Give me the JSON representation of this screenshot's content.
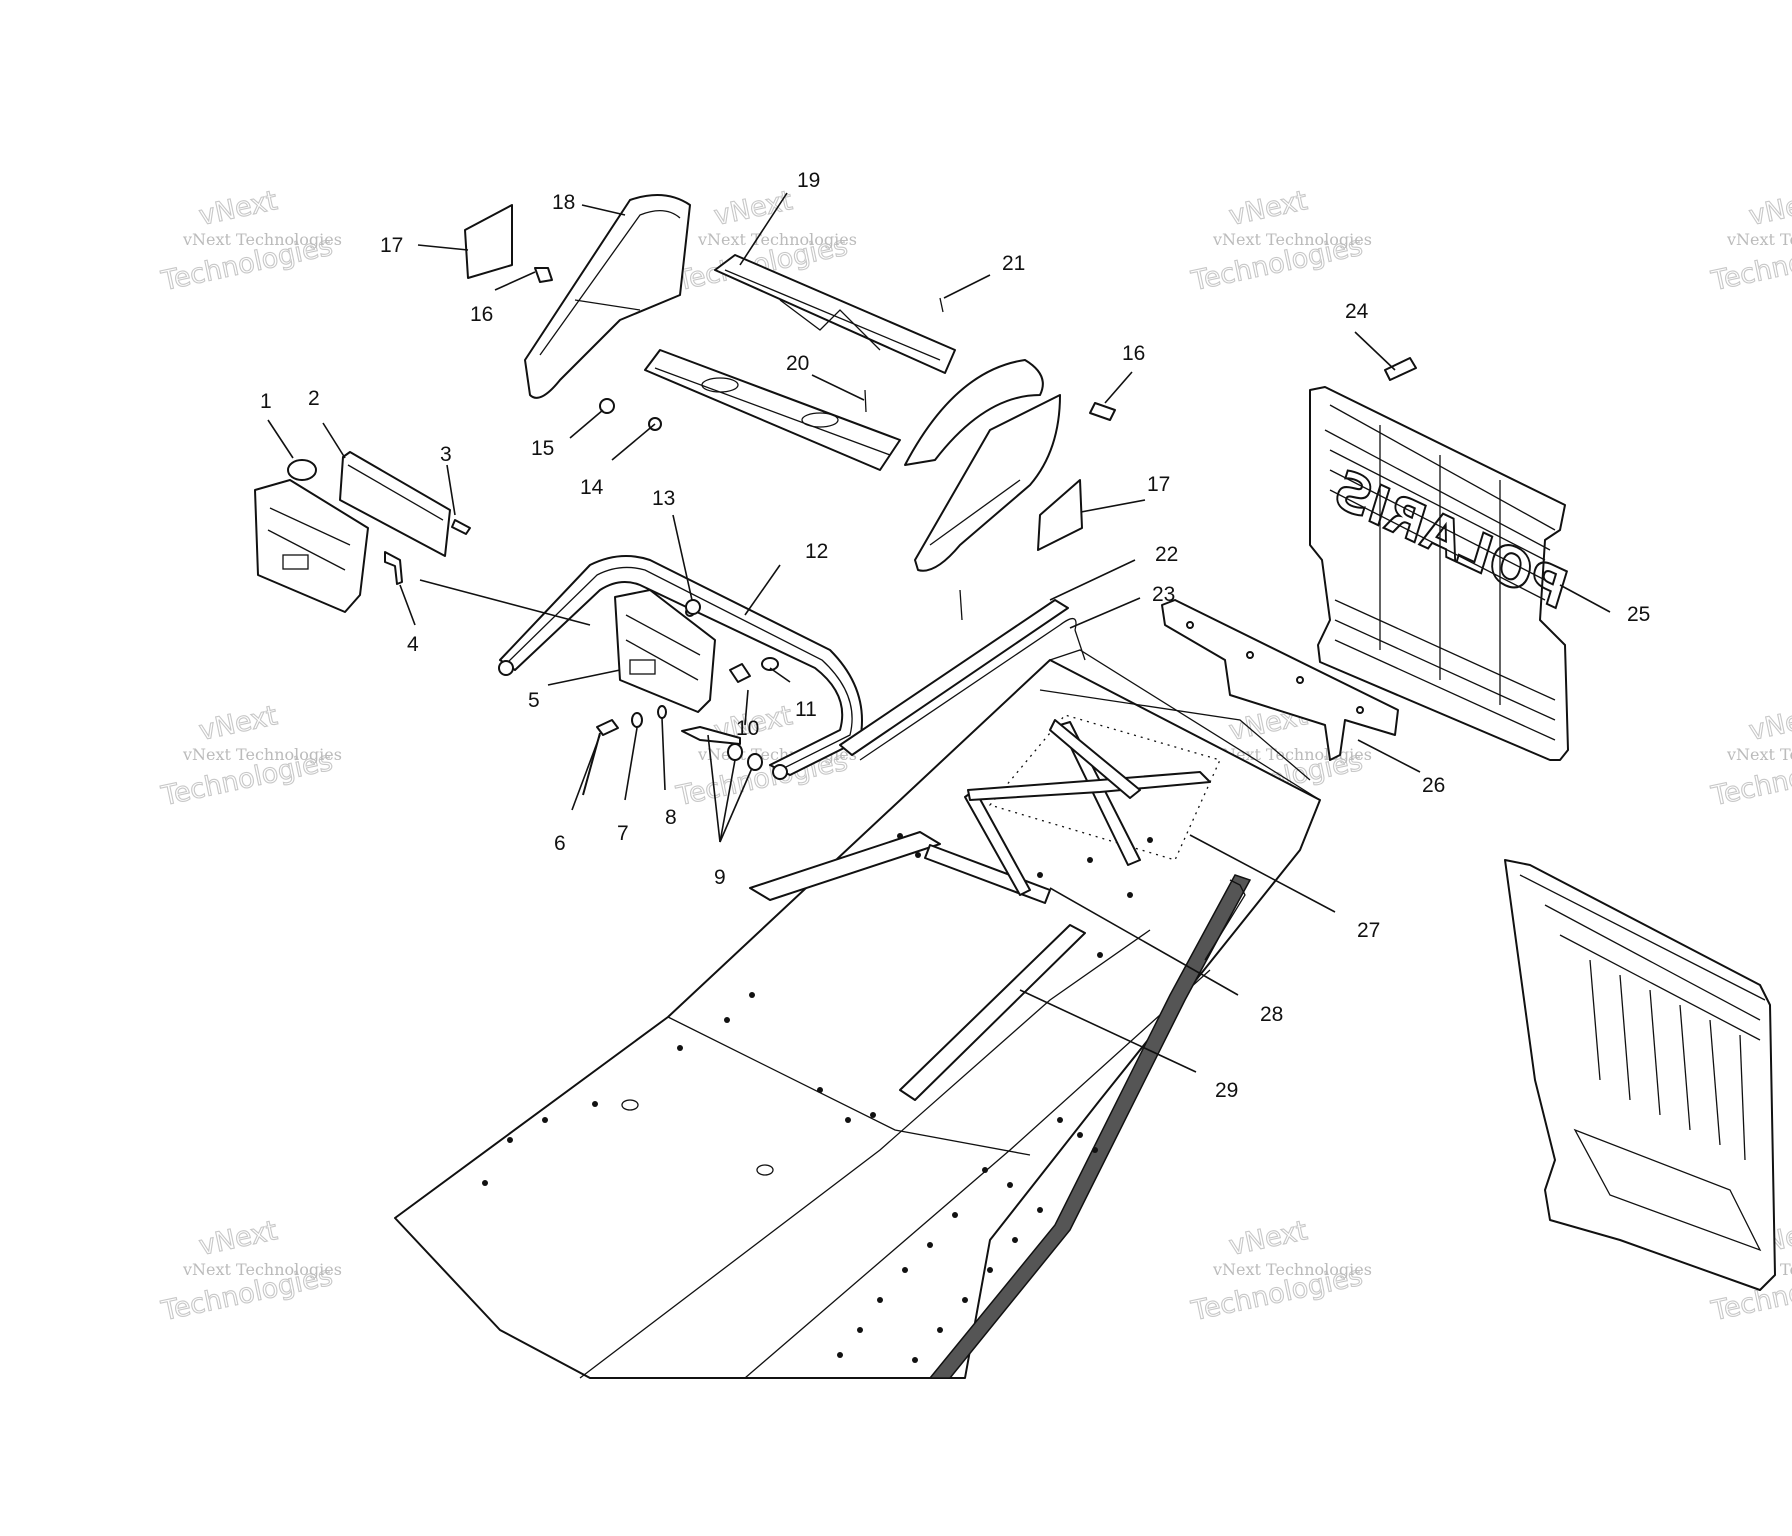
{
  "diagram": {
    "watermark": {
      "line1": "vNext",
      "line2": "vNext Technologies",
      "line3": "Technologies"
    },
    "logo_text": "POLARIS",
    "callouts": [
      {
        "id": "c1",
        "label": "1"
      },
      {
        "id": "c2",
        "label": "2"
      },
      {
        "id": "c3",
        "label": "3"
      },
      {
        "id": "c4",
        "label": "4"
      },
      {
        "id": "c5",
        "label": "5"
      },
      {
        "id": "c6",
        "label": "6"
      },
      {
        "id": "c7",
        "label": "7"
      },
      {
        "id": "c8",
        "label": "8"
      },
      {
        "id": "c9",
        "label": "9"
      },
      {
        "id": "c10",
        "label": "10"
      },
      {
        "id": "c11",
        "label": "11"
      },
      {
        "id": "c12",
        "label": "12"
      },
      {
        "id": "c13",
        "label": "13"
      },
      {
        "id": "c14",
        "label": "14"
      },
      {
        "id": "c15",
        "label": "15"
      },
      {
        "id": "c16a",
        "label": "16"
      },
      {
        "id": "c16b",
        "label": "16"
      },
      {
        "id": "c17a",
        "label": "17"
      },
      {
        "id": "c17b",
        "label": "17"
      },
      {
        "id": "c18",
        "label": "18"
      },
      {
        "id": "c19",
        "label": "19"
      },
      {
        "id": "c20",
        "label": "20"
      },
      {
        "id": "c21",
        "label": "21"
      },
      {
        "id": "c22",
        "label": "22"
      },
      {
        "id": "c23",
        "label": "23"
      },
      {
        "id": "c24",
        "label": "24"
      },
      {
        "id": "c25",
        "label": "25"
      },
      {
        "id": "c26",
        "label": "26"
      },
      {
        "id": "c27",
        "label": "27"
      },
      {
        "id": "c28",
        "label": "28"
      },
      {
        "id": "c29",
        "label": "29"
      }
    ]
  }
}
